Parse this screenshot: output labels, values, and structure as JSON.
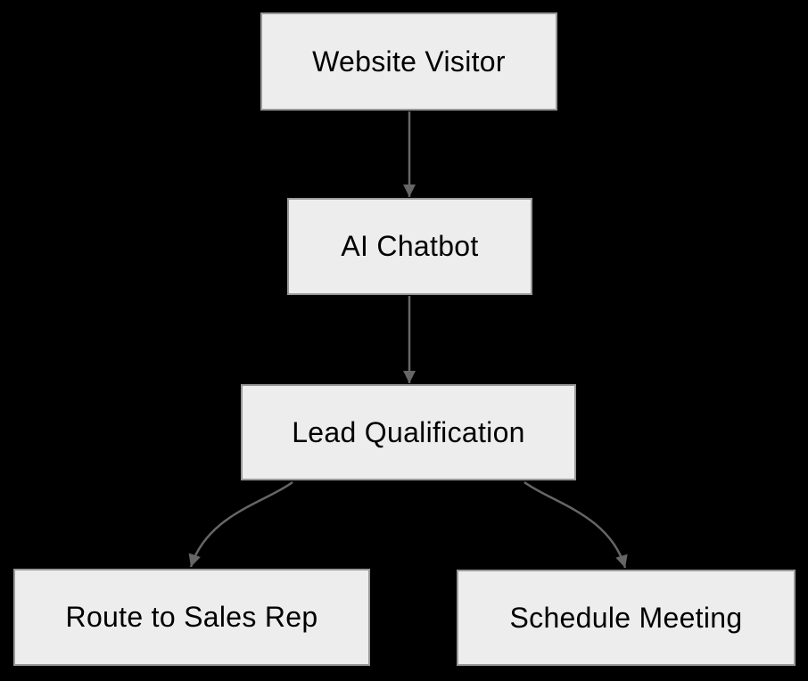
{
  "diagram": {
    "type": "flowchart",
    "direction": "top-down",
    "nodes": [
      {
        "id": "website-visitor",
        "label": "Website Visitor"
      },
      {
        "id": "ai-chatbot",
        "label": "AI Chatbot"
      },
      {
        "id": "lead-qualification",
        "label": "Lead Qualification"
      },
      {
        "id": "route-to-sales-rep",
        "label": "Route to Sales Rep"
      },
      {
        "id": "schedule-meeting",
        "label": "Schedule Meeting"
      }
    ],
    "edges": [
      {
        "from": "website-visitor",
        "to": "ai-chatbot"
      },
      {
        "from": "ai-chatbot",
        "to": "lead-qualification"
      },
      {
        "from": "lead-qualification",
        "to": "route-to-sales-rep"
      },
      {
        "from": "lead-qualification",
        "to": "schedule-meeting"
      }
    ],
    "colors": {
      "background": "#000000",
      "node_fill": "#ededed",
      "node_border": "#999999",
      "node_text": "#000000",
      "edge": "#666666"
    }
  }
}
